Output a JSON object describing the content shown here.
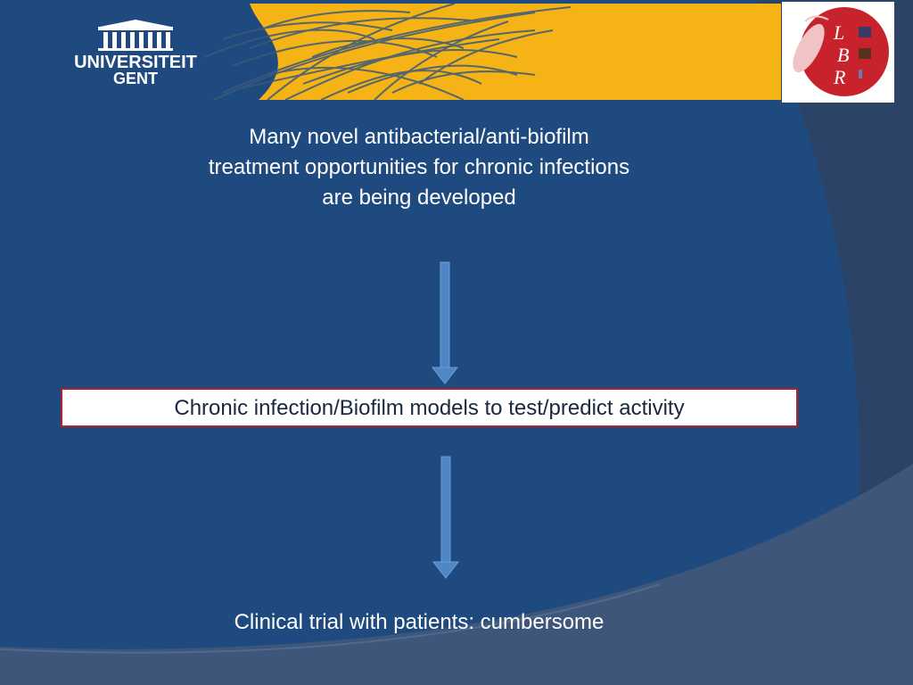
{
  "header": {
    "university_logo_text": [
      "UNIVERSITEIT",
      "GENT"
    ],
    "lab_logo_letters": [
      "L",
      "B",
      "R"
    ]
  },
  "diagram": {
    "top_text_lines": [
      "Many novel antibacterial/anti-biofilm",
      "treatment opportunities for chronic infections",
      "are being developed"
    ],
    "middle_box_text": "Chronic infection/Biofilm models to test/predict activity",
    "bottom_text": "Clinical trial with patients: cumbersome",
    "arrows": [
      "down-arrow",
      "down-arrow"
    ]
  },
  "colors": {
    "background": "#1f4a7f",
    "header_yellow": "#f5b316",
    "box_border": "#b02030",
    "arrow": "#4f86c6"
  }
}
